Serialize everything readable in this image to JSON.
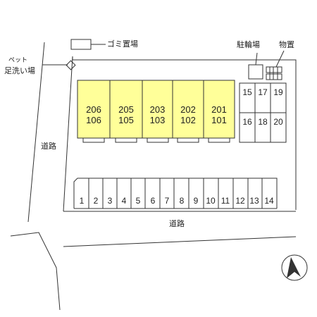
{
  "labels": {
    "gomi": "ゴミ置場",
    "pet_small": "ペット",
    "pet_wash": "足洗い場",
    "bicycle": "駐輪場",
    "storage": "物置",
    "road_left": "道路",
    "road_bottom": "道路"
  },
  "buildings": [
    {
      "upper": "206",
      "lower": "106"
    },
    {
      "upper": "205",
      "lower": "105"
    },
    {
      "upper": "203",
      "lower": "103"
    },
    {
      "upper": "202",
      "lower": "102"
    },
    {
      "upper": "201",
      "lower": "101"
    }
  ],
  "parking_bottom": [
    "1",
    "2",
    "3",
    "4",
    "5",
    "6",
    "7",
    "8",
    "9",
    "10",
    "11",
    "12",
    "13",
    "14"
  ],
  "parking_right_top": [
    "15",
    "17",
    "19"
  ],
  "parking_right_bottom": [
    "16",
    "18",
    "20"
  ],
  "colors": {
    "building_fill": "#ffff99",
    "line": "#333333"
  },
  "icons": {
    "north_arrow": "north-arrow-icon"
  }
}
